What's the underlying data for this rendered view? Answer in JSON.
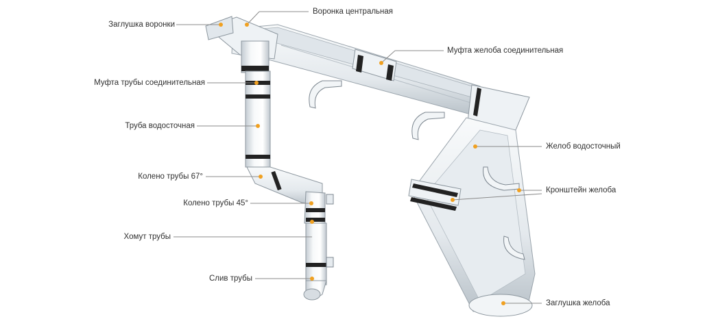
{
  "diagram": {
    "colors": {
      "pipe_light": "#f4f6f8",
      "pipe_shade": "#c9d0d6",
      "ring": "#222222",
      "leader": "#8a8a8a",
      "dot": "#f0a020",
      "text": "#2f2f2f"
    },
    "labels": {
      "funnel_cap": "Заглушка воронки",
      "funnel_central": "Воронка центральная",
      "gutter_coupling": "Муфта желоба соединительная",
      "pipe_coupling": "Муфта трубы соединительная",
      "downpipe": "Труба водосточная",
      "gutter": "Желоб водосточный",
      "elbow_67": "Колено трубы 67°",
      "gutter_bracket": "Кронштейн желоба",
      "elbow_45": "Колено трубы 45°",
      "pipe_clamp": "Хомут трубы",
      "pipe_outlet": "Слив трубы",
      "gutter_end_cap": "Заглушка желоба"
    }
  }
}
